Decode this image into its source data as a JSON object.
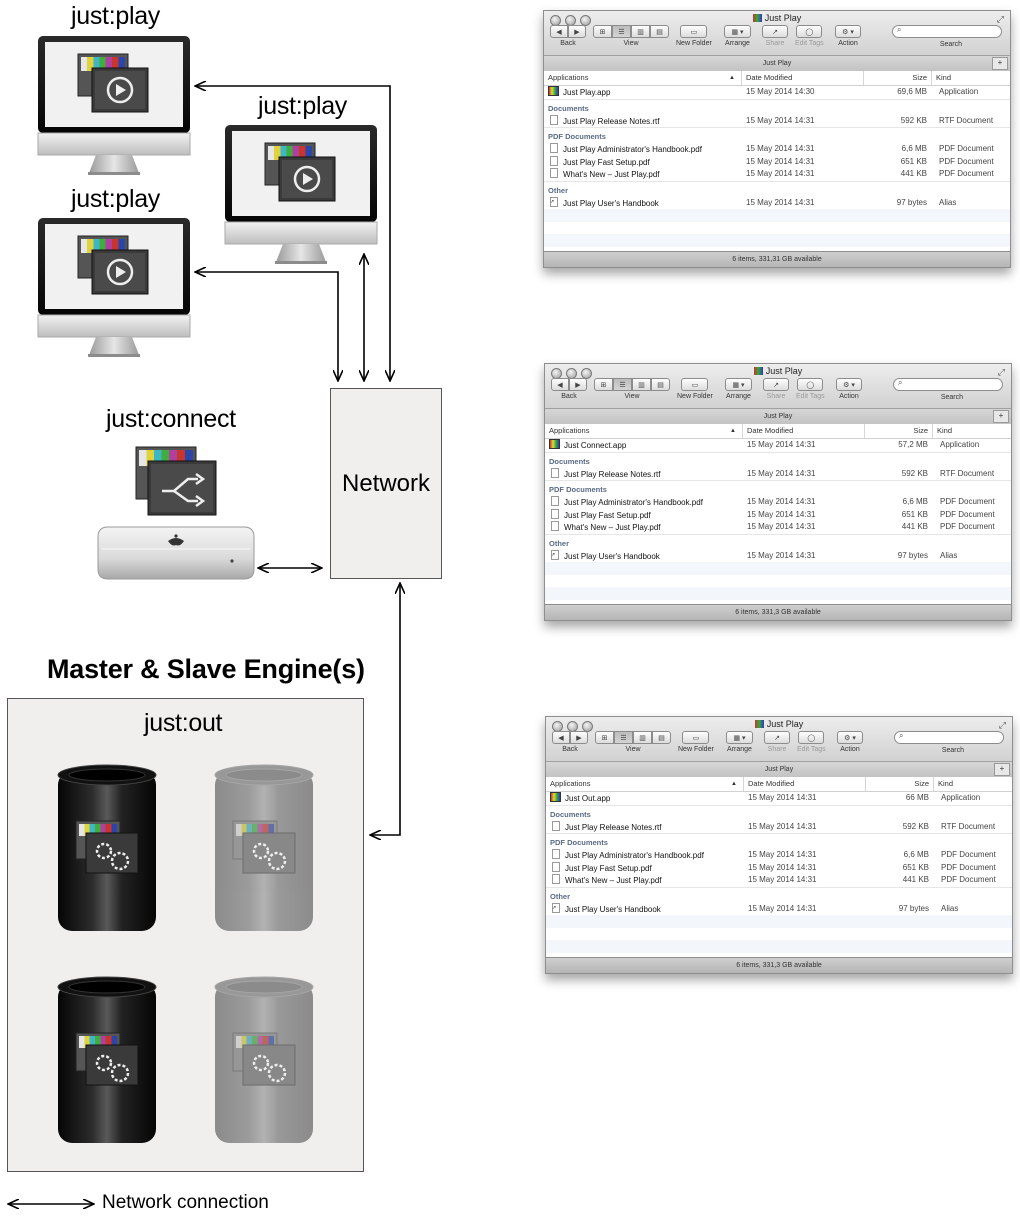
{
  "labels": {
    "play_1": "just:play",
    "play_2": "just:play",
    "play_3": "just:play",
    "connect": "just:connect",
    "network": "Network",
    "engine_title": "Master & Slave Engine(s)",
    "out": "just:out",
    "legend": "Network connection"
  },
  "toolbar": {
    "back": "Back",
    "view": "View",
    "new_folder": "New Folder",
    "arrange": "Arrange",
    "share": "Share",
    "edit_tags": "Edit Tags",
    "action": "Action",
    "search": "Search"
  },
  "columns": {
    "name": "Applications",
    "date": "Date Modified",
    "size": "Size",
    "kind": "Kind"
  },
  "group_labels": {
    "documents": "Documents",
    "pdf": "PDF Documents",
    "other": "Other"
  },
  "colors": {
    "group_text": "#5a6b86",
    "network_fill": "#f0efee"
  },
  "windows": [
    {
      "title": "Just Play",
      "tab": "Just Play",
      "status": "6 items, 331,31 GB available",
      "app": {
        "name": "Just Play.app",
        "date": "15 May 2014 14:30",
        "size": "69,6 MB",
        "kind": "Application"
      },
      "doc": {
        "name": "Just Play Release Notes.rtf",
        "date": "15 May 2014 14:31",
        "size": "592 KB",
        "kind": "RTF Document"
      },
      "pdfs": [
        {
          "name": "Just Play Administrator's Handbook.pdf",
          "date": "15 May 2014 14:31",
          "size": "6,6 MB",
          "kind": "PDF Document"
        },
        {
          "name": "Just Play Fast Setup.pdf",
          "date": "15 May 2014 14:31",
          "size": "651 KB",
          "kind": "PDF Document"
        },
        {
          "name": "What's New – Just Play.pdf",
          "date": "15 May 2014 14:31",
          "size": "441 KB",
          "kind": "PDF Document"
        }
      ],
      "other": {
        "name": "Just Play User's Handbook",
        "date": "15 May 2014 14:31",
        "size": "97 bytes",
        "kind": "Alias"
      }
    },
    {
      "title": "Just Play",
      "tab": "Just Play",
      "status": "6 items, 331,3 GB available",
      "app": {
        "name": "Just Connect.app",
        "date": "15 May 2014 14:31",
        "size": "57,2 MB",
        "kind": "Application"
      },
      "doc": {
        "name": "Just Play Release Notes.rtf",
        "date": "15 May 2014 14:31",
        "size": "592 KB",
        "kind": "RTF Document"
      },
      "pdfs": [
        {
          "name": "Just Play Administrator's Handbook.pdf",
          "date": "15 May 2014 14:31",
          "size": "6,6 MB",
          "kind": "PDF Document"
        },
        {
          "name": "Just Play Fast Setup.pdf",
          "date": "15 May 2014 14:31",
          "size": "651 KB",
          "kind": "PDF Document"
        },
        {
          "name": "What's New – Just Play.pdf",
          "date": "15 May 2014 14:31",
          "size": "441 KB",
          "kind": "PDF Document"
        }
      ],
      "other": {
        "name": "Just Play User's Handbook",
        "date": "15 May 2014 14:31",
        "size": "97 bytes",
        "kind": "Alias"
      }
    },
    {
      "title": "Just Play",
      "tab": "Just Play",
      "status": "6 items, 331,3 GB available",
      "app": {
        "name": "Just Out.app",
        "date": "15 May 2014 14:31",
        "size": "66 MB",
        "kind": "Application"
      },
      "doc": {
        "name": "Just Play Release Notes.rtf",
        "date": "15 May 2014 14:31",
        "size": "592 KB",
        "kind": "RTF Document"
      },
      "pdfs": [
        {
          "name": "Just Play Administrator's Handbook.pdf",
          "date": "15 May 2014 14:31",
          "size": "6,6 MB",
          "kind": "PDF Document"
        },
        {
          "name": "Just Play Fast Setup.pdf",
          "date": "15 May 2014 14:31",
          "size": "651 KB",
          "kind": "PDF Document"
        },
        {
          "name": "What's New – Just Play.pdf",
          "date": "15 May 2014 14:31",
          "size": "441 KB",
          "kind": "PDF Document"
        }
      ],
      "other": {
        "name": "Just Play User's Handbook",
        "date": "15 May 2014 14:31",
        "size": "97 bytes",
        "kind": "Alias"
      }
    }
  ]
}
